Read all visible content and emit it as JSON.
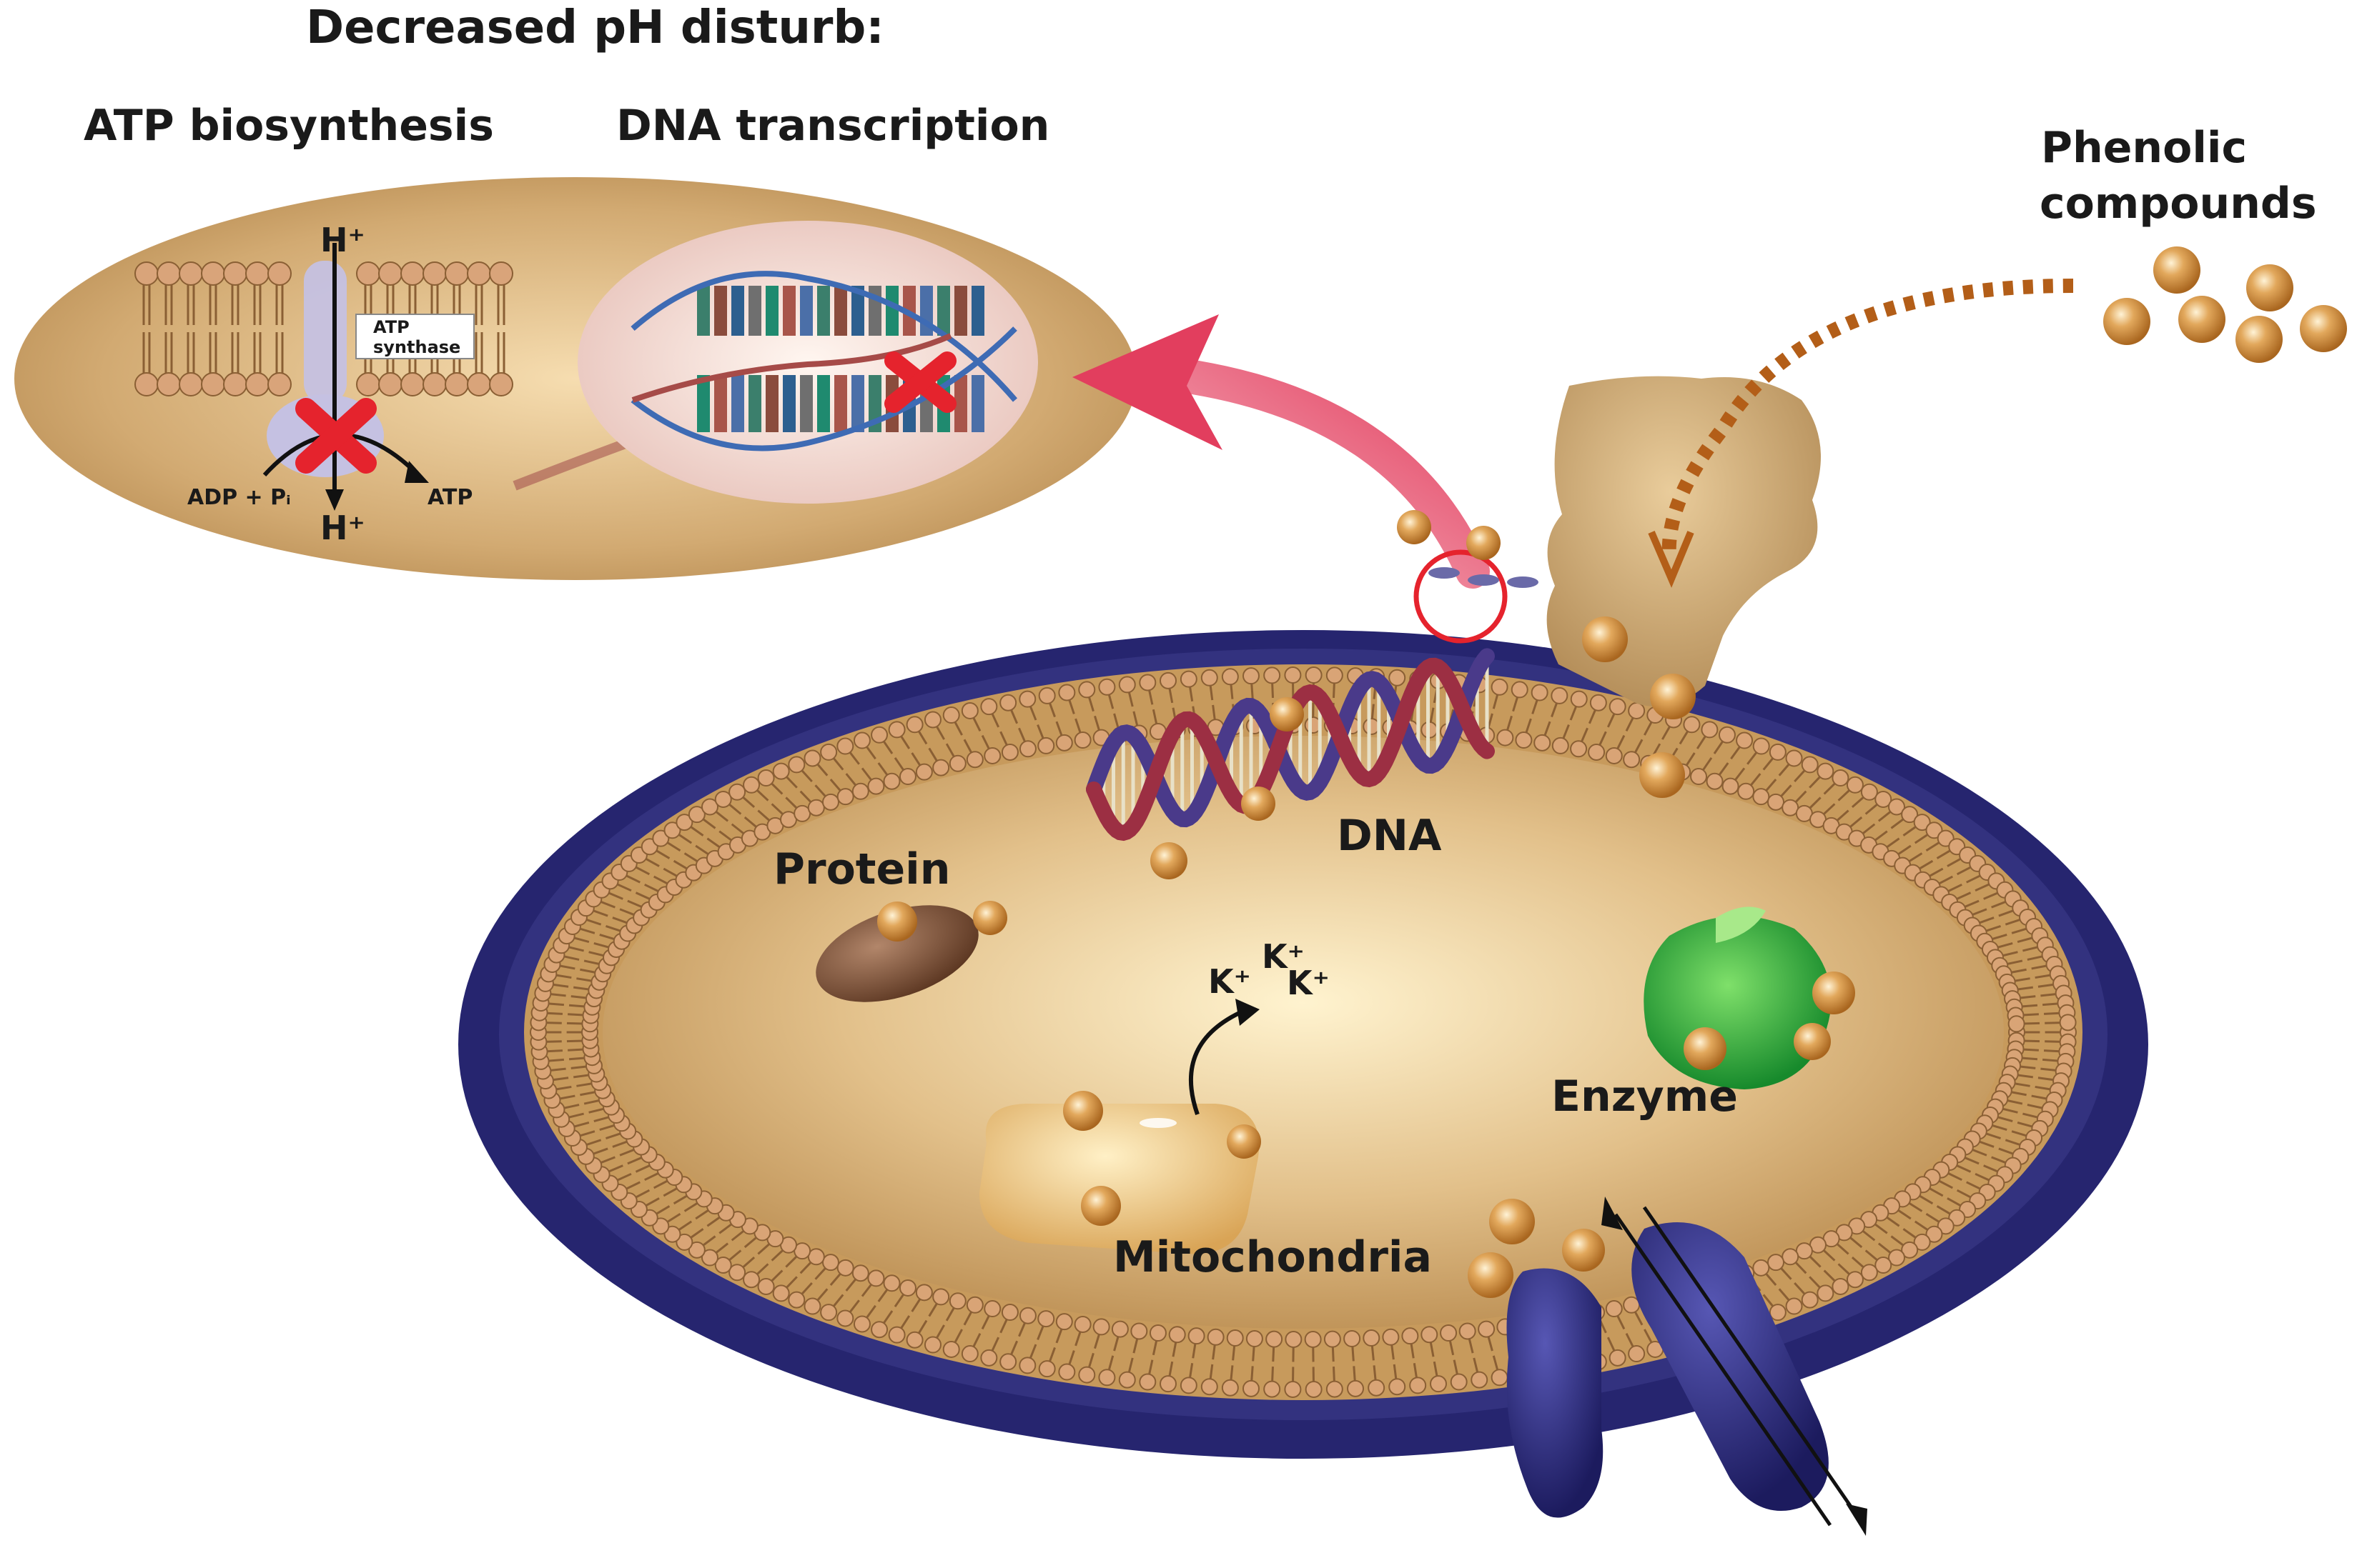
{
  "heading": "Decreased pH disturb:",
  "subheadings": {
    "atp": "ATP biosynthesis",
    "dna_transcription": "DNA transcription"
  },
  "source_label": {
    "line1": "Phenolic",
    "line2": "compounds"
  },
  "inset": {
    "h_plus_top": "H⁺",
    "h_plus_bottom": "H⁺",
    "atp_synthase_line1": "ATP",
    "atp_synthase_line2": "synthase",
    "adp_pi": "ADP + Pᵢ",
    "atp": "ATP"
  },
  "cell_labels": {
    "protein": "Protein",
    "dna": "DNA",
    "enzyme": "Enzyme",
    "mitochondria": "Mitochondria",
    "k1": "K⁺",
    "k2": "K⁺",
    "k3": "K⁺"
  },
  "colors": {
    "membrane_outer": "#26256f",
    "cytoplasm": "#d9b47d",
    "inset_bg": "#c9a16b",
    "phenolic": "#c98a3c",
    "arrow_pink": "#e8607a",
    "arrow_dotted": "#b35e18",
    "inhibit_x": "#e5232d",
    "enzyme_green": "#2e9e3a"
  }
}
